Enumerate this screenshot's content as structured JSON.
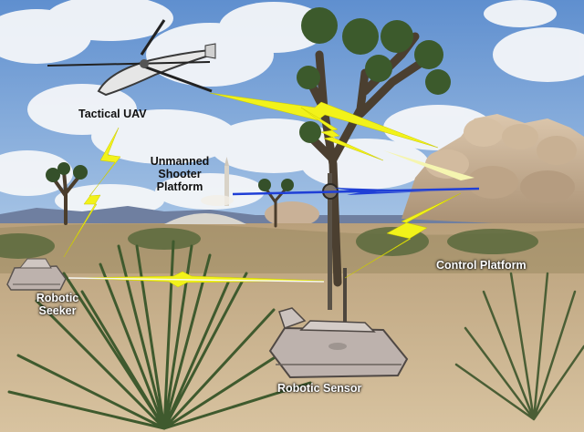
{
  "labels": {
    "tactical_uav": "Tactical UAV",
    "shooter_line1": "Unmanned",
    "shooter_line2": "Shooter",
    "shooter_line3": "Platform",
    "control_platform": "Control Platform",
    "seeker_line1": "Robotic",
    "seeker_line2": "Seeker",
    "robotic_sensor": "Robotic Sensor"
  },
  "colors": {
    "sky": "#7aa6d6",
    "cloud": "#f4f6f9",
    "ground": "#c7ad86",
    "bolt_yellow": "#f2f21a",
    "blue_link": "#1f3fd6",
    "vehicle": "#bdb2ad",
    "yucca": "#3f5a2e",
    "rock": "#c9b197"
  },
  "icons": {
    "uav": "helicopter-uav-icon",
    "seeker": "robotic-seeker-vehicle-icon",
    "sensor": "robotic-sensor-vehicle-icon",
    "shooter": "shooter-platform-icon",
    "control": "control-platform-mast-icon"
  }
}
